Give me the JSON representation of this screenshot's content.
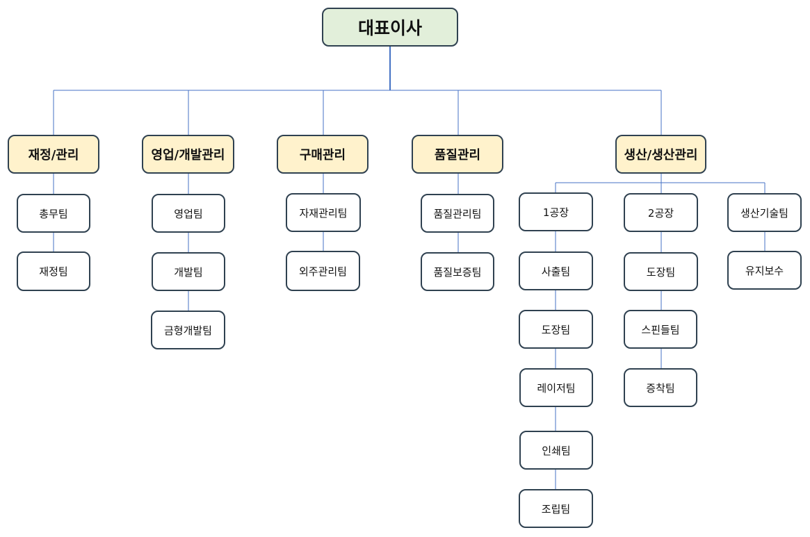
{
  "org_chart": {
    "root": "대표이사",
    "departments": [
      {
        "name": "재정/관리",
        "teams": [
          "총무팀",
          "재정팀"
        ]
      },
      {
        "name": "영업/개발관리",
        "teams": [
          "영업팀",
          "개발팀",
          "금형개발팀"
        ]
      },
      {
        "name": "구매관리",
        "teams": [
          "자재관리팀",
          "외주관리팀"
        ]
      },
      {
        "name": "품질관리",
        "teams": [
          "품질관리팀",
          "품질보증팀"
        ]
      },
      {
        "name": "생산/생산관리",
        "sub_groups": [
          {
            "name": "1공장",
            "teams": [
              "사출팀",
              "도장팀",
              "레이저팀",
              "인쇄팀",
              "조립팀"
            ]
          },
          {
            "name": "2공장",
            "teams": [
              "도장팀",
              "스핀들팀",
              "증착팀"
            ]
          },
          {
            "name": "생산기술팀",
            "teams": [
              "유지보수"
            ]
          }
        ]
      }
    ]
  },
  "colors": {
    "root_fill": "#e2efda",
    "department_fill": "#fff2cc",
    "team_fill": "#ffffff",
    "border": "#2f4150",
    "connector": "#4472c4"
  }
}
